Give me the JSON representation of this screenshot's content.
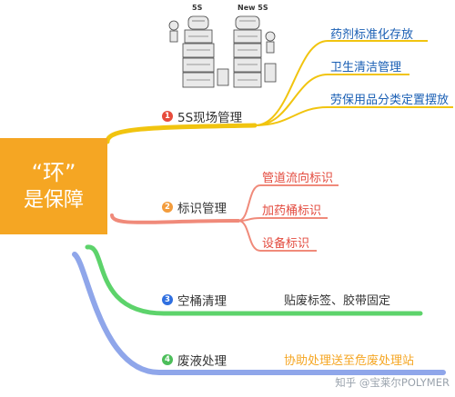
{
  "central": {
    "line1": "“环”",
    "line2": "是保障"
  },
  "illustration": {
    "left_label": "5S",
    "right_label": "New 5S"
  },
  "branches": [
    {
      "number": "1",
      "title": "5S现场管理",
      "color": "#e74c3c"
    },
    {
      "number": "2",
      "title": "标识管理",
      "color": "#f39c3c"
    },
    {
      "number": "3",
      "title": "空桶清理",
      "color": "#2f6fe0"
    },
    {
      "number": "4",
      "title": "废液处理",
      "color": "#4cbe5a"
    }
  ],
  "leaves": {
    "b1": [
      "药剂标准化存放",
      "卫生清洁管理",
      "劳保用品分类定置摆放"
    ],
    "b2": [
      "管道流向标识",
      "加药桶标识",
      "设备标识"
    ],
    "b3": [
      "贴废标签、胶带固定"
    ],
    "b4": [
      "协助处理送至危废处理站"
    ]
  },
  "colors": {
    "central": "#f5a623",
    "b1_line": "#f1c40f",
    "b2_line": "#f08a7a",
    "b3_line": "#5dd36b",
    "b4_line": "#8fa6ea"
  },
  "watermark": "知乎 @宝莱尔POLYMER"
}
